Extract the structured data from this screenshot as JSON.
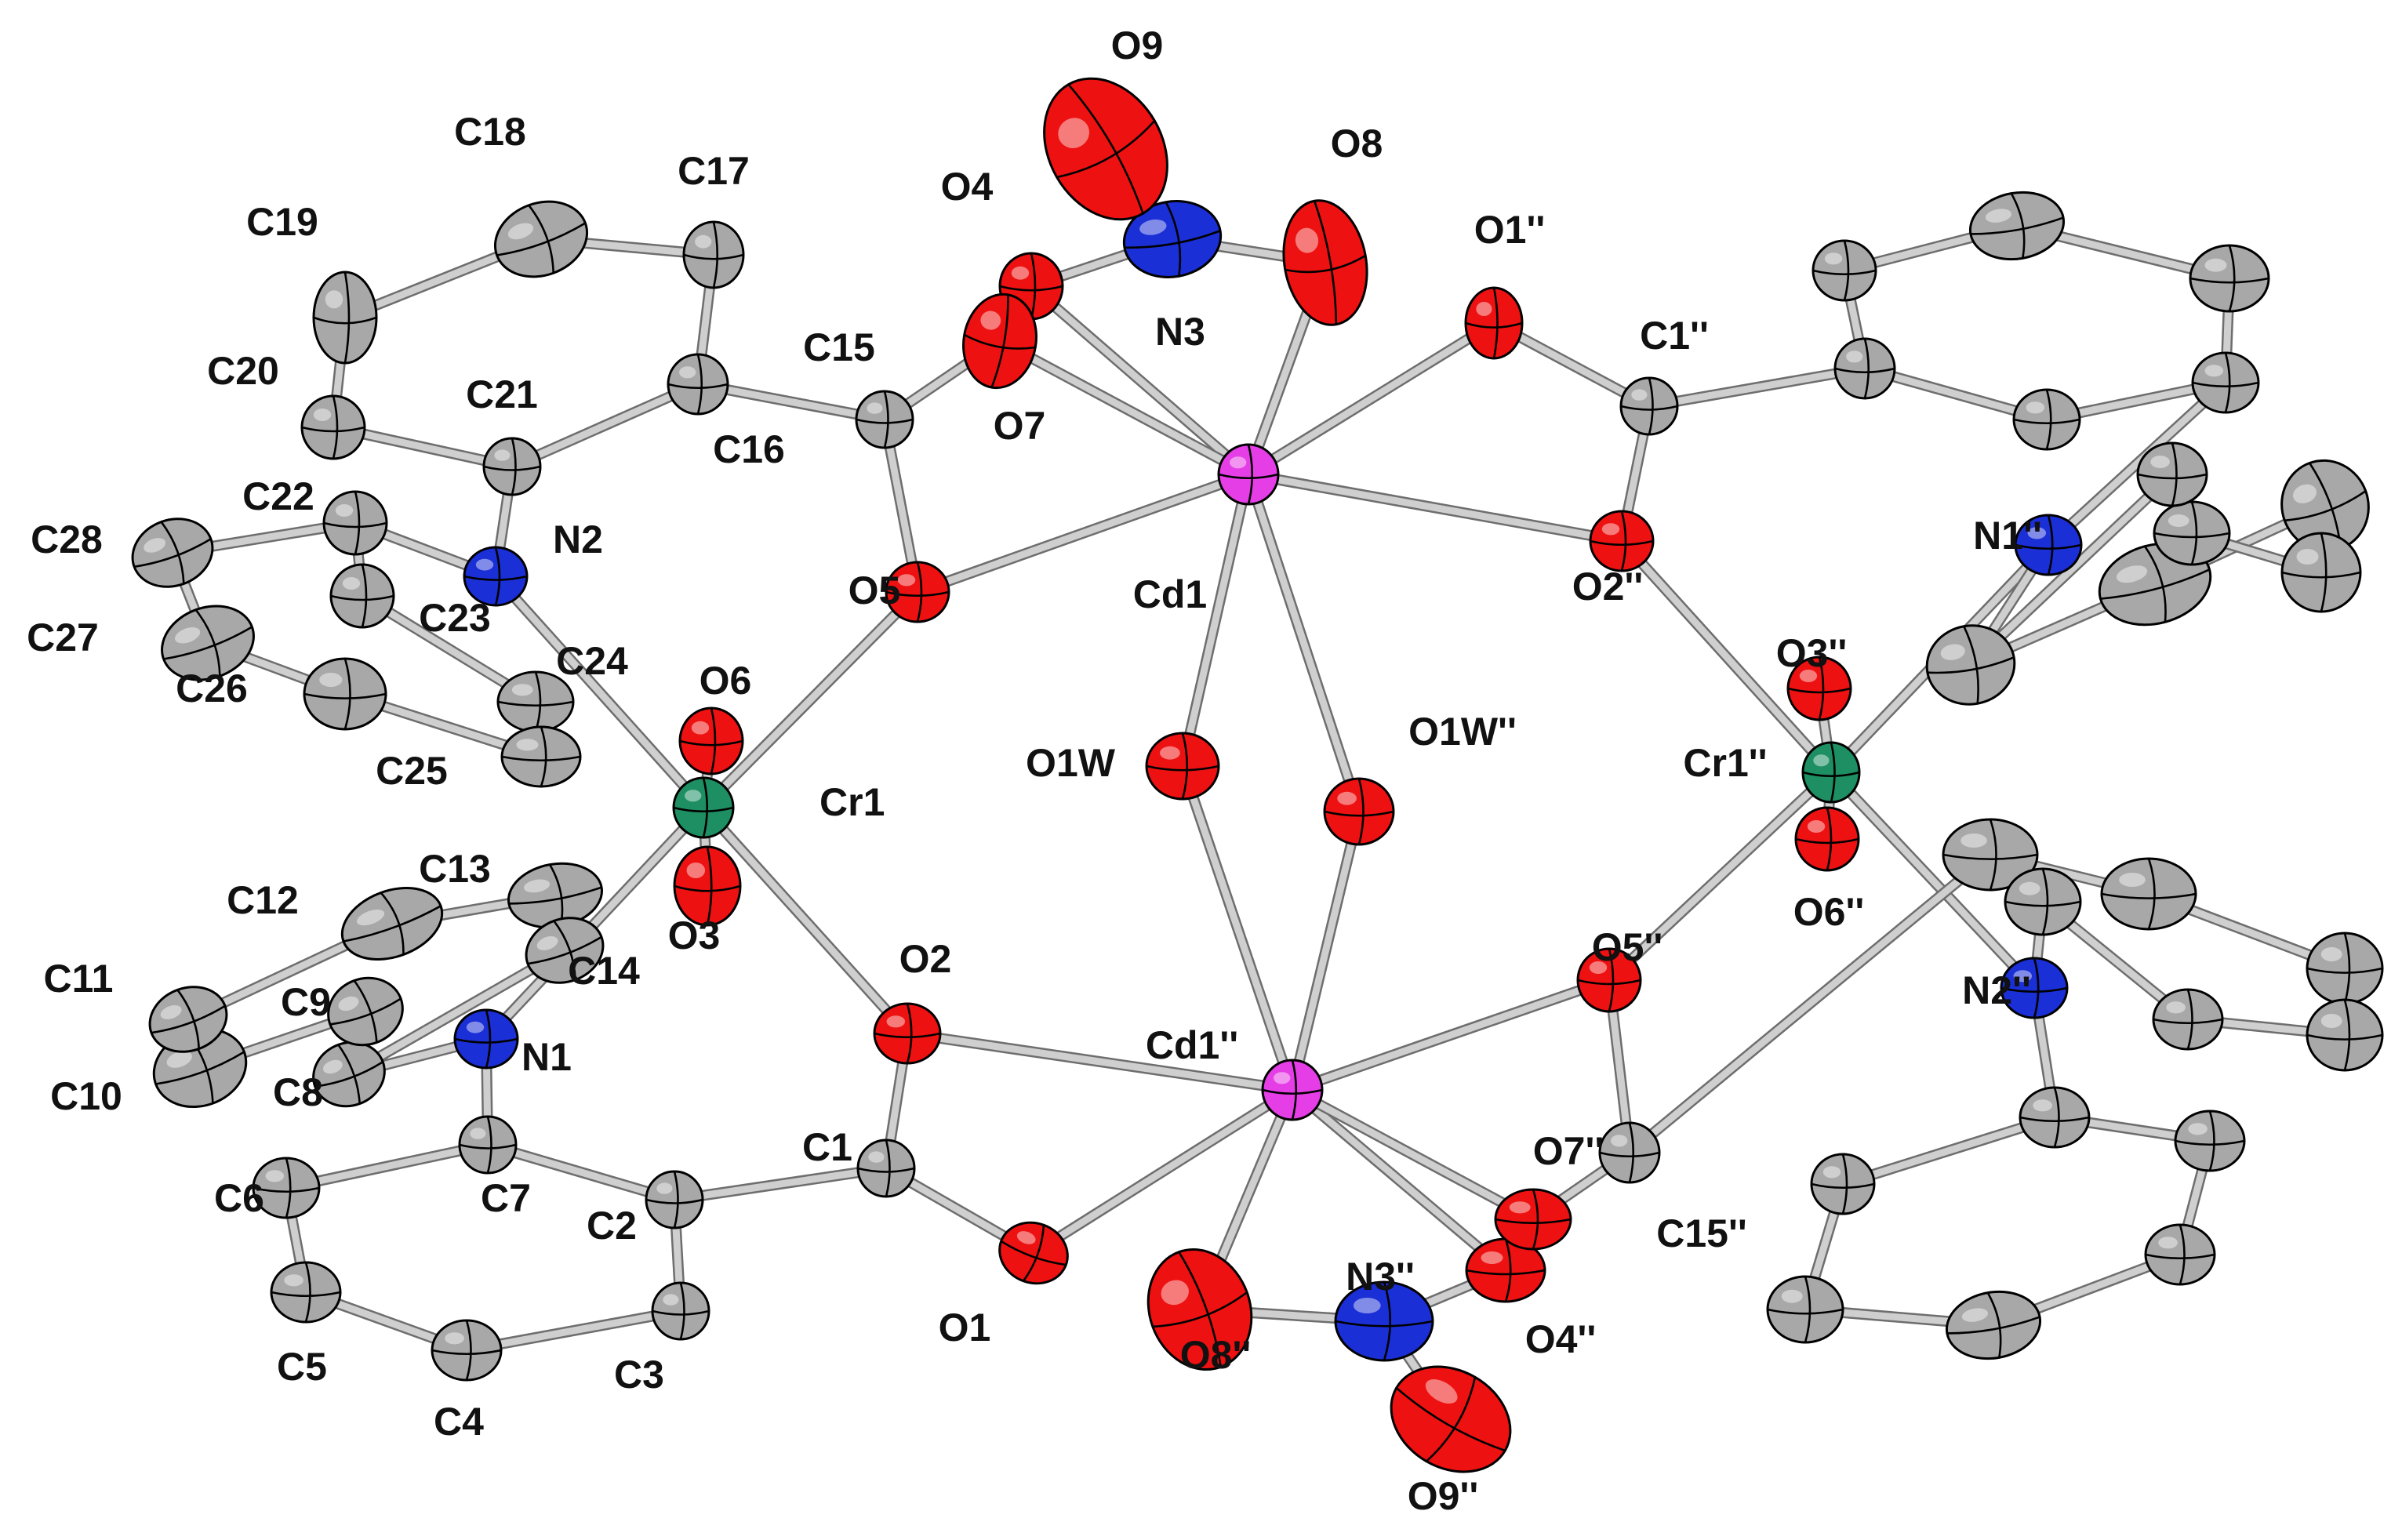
{
  "figure": {
    "type": "ORTEP crystal structure"
  },
  "colors": {
    "carbon": "#a8a8a8",
    "oxygen": "#ee1111",
    "nitrogen": "#1a2fd6",
    "chromium": "#1d8f63",
    "cadmium": "#e63ee6",
    "bond": "#cfcfcf",
    "bond_outline": "#6e6e6e",
    "label": "#111111"
  },
  "atoms": [
    {
      "id": "Cd1",
      "element": "Cd",
      "label": "Cd1"
    },
    {
      "id": "Cd1p",
      "element": "Cd",
      "label": "Cd1''"
    },
    {
      "id": "Cr1",
      "element": "Cr",
      "label": "Cr1"
    },
    {
      "id": "Cr1p",
      "element": "Cr",
      "label": "Cr1''"
    },
    {
      "id": "N1",
      "element": "N",
      "label": "N1"
    },
    {
      "id": "N2",
      "element": "N",
      "label": "N2"
    },
    {
      "id": "N3",
      "element": "N",
      "label": "N3"
    },
    {
      "id": "N1p",
      "element": "N",
      "label": "N1''"
    },
    {
      "id": "N2p",
      "element": "N",
      "label": "N2''"
    },
    {
      "id": "N3p",
      "element": "N",
      "label": "N3''"
    },
    {
      "id": "O1",
      "element": "O",
      "label": "O1"
    },
    {
      "id": "O2",
      "element": "O",
      "label": "O2"
    },
    {
      "id": "O3",
      "element": "O",
      "label": "O3"
    },
    {
      "id": "O4",
      "element": "O",
      "label": "O4"
    },
    {
      "id": "O5",
      "element": "O",
      "label": "O5"
    },
    {
      "id": "O6",
      "element": "O",
      "label": "O6"
    },
    {
      "id": "O7",
      "element": "O",
      "label": "O7"
    },
    {
      "id": "O8",
      "element": "O",
      "label": "O8"
    },
    {
      "id": "O9",
      "element": "O",
      "label": "O9"
    },
    {
      "id": "O1W",
      "element": "O",
      "label": "O1W"
    },
    {
      "id": "O1Wp",
      "element": "O",
      "label": "O1W''"
    },
    {
      "id": "O1p",
      "element": "O",
      "label": "O1''"
    },
    {
      "id": "O2p",
      "element": "O",
      "label": "O2''"
    },
    {
      "id": "O3p",
      "element": "O",
      "label": "O3''"
    },
    {
      "id": "O4p",
      "element": "O",
      "label": "O4''"
    },
    {
      "id": "O5p",
      "element": "O",
      "label": "O5''"
    },
    {
      "id": "O6p",
      "element": "O",
      "label": "O6''"
    },
    {
      "id": "O7p",
      "element": "O",
      "label": "O7''"
    },
    {
      "id": "O8p",
      "element": "O",
      "label": "O8''"
    },
    {
      "id": "O9p",
      "element": "O",
      "label": "O9''"
    },
    {
      "id": "C1",
      "element": "C",
      "label": "C1"
    },
    {
      "id": "C2",
      "element": "C",
      "label": "C2"
    },
    {
      "id": "C3",
      "element": "C",
      "label": "C3"
    },
    {
      "id": "C4",
      "element": "C",
      "label": "C4"
    },
    {
      "id": "C5",
      "element": "C",
      "label": "C5"
    },
    {
      "id": "C6",
      "element": "C",
      "label": "C6"
    },
    {
      "id": "C7",
      "element": "C",
      "label": "C7"
    },
    {
      "id": "C8",
      "element": "C",
      "label": "C8"
    },
    {
      "id": "C9",
      "element": "C",
      "label": "C9"
    },
    {
      "id": "C10",
      "element": "C",
      "label": "C10"
    },
    {
      "id": "C11",
      "element": "C",
      "label": "C11"
    },
    {
      "id": "C12",
      "element": "C",
      "label": "C12"
    },
    {
      "id": "C13",
      "element": "C",
      "label": "C13"
    },
    {
      "id": "C14",
      "element": "C",
      "label": "C14"
    },
    {
      "id": "C15",
      "element": "C",
      "label": "C15"
    },
    {
      "id": "C16",
      "element": "C",
      "label": "C16"
    },
    {
      "id": "C17",
      "element": "C",
      "label": "C17"
    },
    {
      "id": "C18",
      "element": "C",
      "label": "C18"
    },
    {
      "id": "C19",
      "element": "C",
      "label": "C19"
    },
    {
      "id": "C20",
      "element": "C",
      "label": "C20"
    },
    {
      "id": "C21",
      "element": "C",
      "label": "C21"
    },
    {
      "id": "C22",
      "element": "C",
      "label": "C22"
    },
    {
      "id": "C23",
      "element": "C",
      "label": "C23"
    },
    {
      "id": "C24",
      "element": "C",
      "label": "C24"
    },
    {
      "id": "C25",
      "element": "C",
      "label": "C25"
    },
    {
      "id": "C26",
      "element": "C",
      "label": "C26"
    },
    {
      "id": "C27",
      "element": "C",
      "label": "C27"
    },
    {
      "id": "C28",
      "element": "C",
      "label": "C28"
    },
    {
      "id": "C1p",
      "element": "C",
      "label": "C1''"
    },
    {
      "id": "C15p",
      "element": "C",
      "label": "C15''"
    },
    {
      "id": "Ca1",
      "element": "C",
      "label": ""
    },
    {
      "id": "Ca2",
      "element": "C",
      "label": ""
    },
    {
      "id": "Ca3",
      "element": "C",
      "label": ""
    },
    {
      "id": "Ca4",
      "element": "C",
      "label": ""
    },
    {
      "id": "Ca5",
      "element": "C",
      "label": ""
    },
    {
      "id": "Ca6",
      "element": "C",
      "label": ""
    },
    {
      "id": "Ca7",
      "element": "C",
      "label": ""
    },
    {
      "id": "Ca8",
      "element": "C",
      "label": ""
    },
    {
      "id": "Ca9",
      "element": "C",
      "label": ""
    },
    {
      "id": "Ca10",
      "element": "C",
      "label": ""
    },
    {
      "id": "Ca11",
      "element": "C",
      "label": ""
    },
    {
      "id": "Cb1",
      "element": "C",
      "label": ""
    },
    {
      "id": "Cb2",
      "element": "C",
      "label": ""
    },
    {
      "id": "Cb3",
      "element": "C",
      "label": ""
    },
    {
      "id": "Cb4",
      "element": "C",
      "label": ""
    },
    {
      "id": "Cb5",
      "element": "C",
      "label": ""
    },
    {
      "id": "Cb6",
      "element": "C",
      "label": ""
    },
    {
      "id": "Cb7",
      "element": "C",
      "label": ""
    },
    {
      "id": "Cb8",
      "element": "C",
      "label": ""
    },
    {
      "id": "Cb9",
      "element": "C",
      "label": ""
    },
    {
      "id": "Cb10",
      "element": "C",
      "label": ""
    },
    {
      "id": "Cb11",
      "element": "C",
      "label": ""
    },
    {
      "id": "Cb12",
      "element": "C",
      "label": ""
    },
    {
      "id": "Cb13",
      "element": "C",
      "label": ""
    }
  ],
  "bonds": [
    [
      "C17",
      "C18"
    ],
    [
      "C18",
      "C19"
    ],
    [
      "C19",
      "C20"
    ],
    [
      "C20",
      "C21"
    ],
    [
      "C21",
      "C16"
    ],
    [
      "C16",
      "C17"
    ],
    [
      "C16",
      "C15"
    ],
    [
      "C15",
      "O7"
    ],
    [
      "C15",
      "O5"
    ],
    [
      "C21",
      "N2"
    ],
    [
      "N2",
      "C22"
    ],
    [
      "N2",
      "Cr1"
    ],
    [
      "C22",
      "C28"
    ],
    [
      "C28",
      "C27"
    ],
    [
      "C27",
      "C26"
    ],
    [
      "C26",
      "C25"
    ],
    [
      "C25",
      "C24"
    ],
    [
      "C24",
      "C23"
    ],
    [
      "C23",
      "C22"
    ],
    [
      "O5",
      "Cr1"
    ],
    [
      "O5",
      "Cd1"
    ],
    [
      "O6",
      "Cr1"
    ],
    [
      "O3",
      "Cr1"
    ],
    [
      "O2",
      "Cr1"
    ],
    [
      "N1",
      "Cr1"
    ],
    [
      "N1",
      "C8"
    ],
    [
      "C8",
      "C9"
    ],
    [
      "C9",
      "C10"
    ],
    [
      "C10",
      "C11"
    ],
    [
      "C11",
      "C12"
    ],
    [
      "C12",
      "C13"
    ],
    [
      "C13",
      "C14"
    ],
    [
      "C14",
      "C8"
    ],
    [
      "N1",
      "C7"
    ],
    [
      "C7",
      "C2"
    ],
    [
      "C2",
      "C3"
    ],
    [
      "C3",
      "C4"
    ],
    [
      "C4",
      "C5"
    ],
    [
      "C5",
      "C6"
    ],
    [
      "C6",
      "C7"
    ],
    [
      "C2",
      "C1"
    ],
    [
      "C1",
      "O2"
    ],
    [
      "C1",
      "O1"
    ],
    [
      "O2",
      "Cd1p"
    ],
    [
      "O1",
      "Cd1p"
    ],
    [
      "Cd1",
      "O4"
    ],
    [
      "Cd1",
      "O7"
    ],
    [
      "Cd1",
      "O8"
    ],
    [
      "Cd1",
      "O1p"
    ],
    [
      "Cd1",
      "O2p"
    ],
    [
      "Cd1",
      "O1W"
    ],
    [
      "Cd1",
      "O1Wp"
    ],
    [
      "N3",
      "O9"
    ],
    [
      "N3",
      "O8"
    ],
    [
      "N3",
      "O4"
    ],
    [
      "Cd1p",
      "O1W"
    ],
    [
      "Cd1p",
      "O1Wp"
    ],
    [
      "Cd1p",
      "O5p"
    ],
    [
      "Cd1p",
      "O8p"
    ],
    [
      "Cd1p",
      "O4p"
    ],
    [
      "Cd1p",
      "O7p"
    ],
    [
      "N3p",
      "O8p"
    ],
    [
      "N3p",
      "O9p"
    ],
    [
      "N3p",
      "O4p"
    ],
    [
      "O1p",
      "C1p"
    ],
    [
      "C1p",
      "O2p"
    ],
    [
      "C1p",
      "Cb1"
    ],
    [
      "Cb1",
      "Cb2"
    ],
    [
      "Cb2",
      "Cb3"
    ],
    [
      "Cb3",
      "Cb4"
    ],
    [
      "Cb4",
      "Cb5"
    ],
    [
      "Cb5",
      "Cb6"
    ],
    [
      "Cb6",
      "Cb1"
    ],
    [
      "Cb5",
      "N1p"
    ],
    [
      "N1p",
      "Cr1p"
    ],
    [
      "O2p",
      "Cr1p"
    ],
    [
      "O3p",
      "Cr1p"
    ],
    [
      "O6p",
      "Cr1p"
    ],
    [
      "O5p",
      "Cr1p"
    ],
    [
      "N2p",
      "Cr1p"
    ],
    [
      "N1p",
      "Cb7"
    ],
    [
      "Cb7",
      "Cb8"
    ],
    [
      "Cb8",
      "Cb9"
    ],
    [
      "Cb9",
      "Cb10"
    ],
    [
      "Cb10",
      "Cb11"
    ],
    [
      "Cb11",
      "Cb12"
    ],
    [
      "Cb12",
      "Cb7"
    ],
    [
      "N2p",
      "Cb13"
    ],
    [
      "Cb13",
      "Ca11"
    ],
    [
      "Ca11",
      "Ca10"
    ],
    [
      "Ca10",
      "Ca9"
    ],
    [
      "Ca9",
      "Ca8"
    ],
    [
      "Ca8",
      "Ca7"
    ],
    [
      "Ca7",
      "Cb13"
    ],
    [
      "N2p",
      "Ca1"
    ],
    [
      "Ca1",
      "Ca2"
    ],
    [
      "Ca2",
      "Ca3"
    ],
    [
      "Ca3",
      "Ca4"
    ],
    [
      "Ca4",
      "Ca5"
    ],
    [
      "Ca5",
      "Ca6"
    ],
    [
      "Ca6",
      "Ca1"
    ],
    [
      "O5p",
      "C15p"
    ],
    [
      "C15p",
      "O7p"
    ],
    [
      "C15p",
      "Ca7"
    ]
  ]
}
